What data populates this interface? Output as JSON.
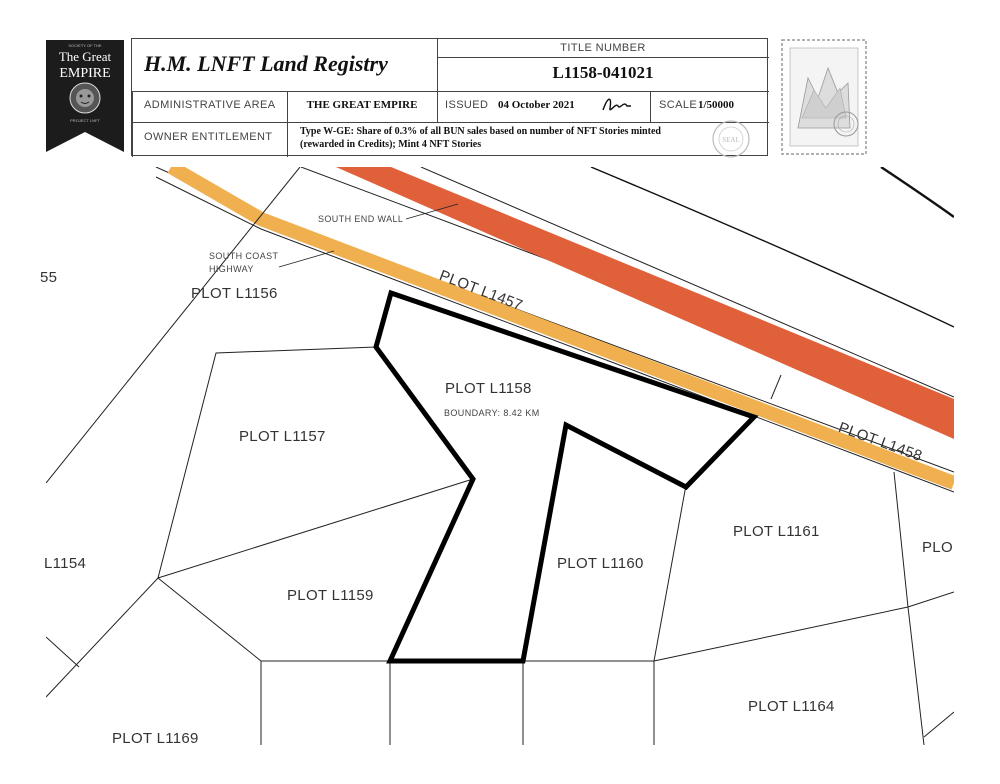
{
  "banner": {
    "top_text": "SOCIETY OF THE",
    "line1": "The Great",
    "line2": "EMPIRE",
    "bottom_text": "PROJECT LNFT"
  },
  "header": {
    "registry_title": "H.M. LNFT Land Registry",
    "title_number_label": "TITLE NUMBER",
    "title_number": "L1158-041021",
    "admin_area_label": "ADMINISTRATIVE AREA",
    "admin_area": "THE GREAT EMPIRE",
    "issued_label": "ISSUED",
    "issued_date": "04 October 2021",
    "scale_label": "SCALE",
    "scale": "1/50000",
    "owner_label": "OWNER ENTITLEMENT",
    "owner_text_line1": "Type W-GE: Share of 0.3% of all BUN sales based on number of NFT Stories minted",
    "owner_text_line2": "(rewarded in Credits); Mint 4 NFT Stories"
  },
  "map": {
    "colors": {
      "highway": "#f0b050",
      "wall": "#e0603a",
      "plot_outline": "#000000",
      "lines": "#222222"
    },
    "labels": {
      "plot_l1156": "PLOT L1156",
      "plot_l1157": "PLOT L1157",
      "plot_l1158": "PLOT L1158",
      "plot_l1158_boundary": "BOUNDARY: 8.42 KM",
      "plot_l1159": "PLOT L1159",
      "plot_l1160": "PLOT L1160",
      "plot_l1161": "PLOT L1161",
      "plot_l1164": "PLOT L1164",
      "plot_l1169": "PLOT L1169",
      "plot_l1154_partial": "L1154",
      "plot_partial_right": "PLO",
      "plot_partial_left": "55",
      "plot_l1457": "PLOT L1457",
      "plot_l1458": "PLOT L1458",
      "south_end_wall": "SOUTH END WALL",
      "south_coast_highway_1": "SOUTH COAST",
      "south_coast_highway_2": "HIGHWAY"
    }
  }
}
